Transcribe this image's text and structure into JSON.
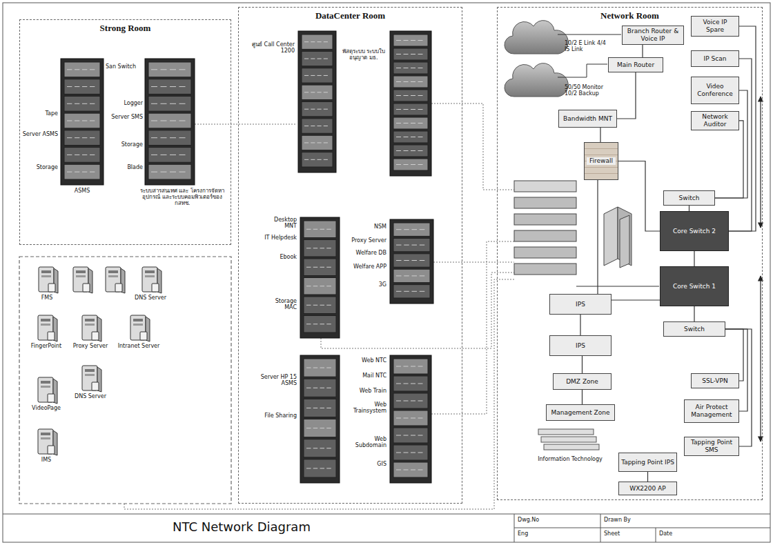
{
  "diagram": {
    "title": "NTC Network Diagram",
    "nodes": [
      {
        "text": [
          "Strong Room"
        ]
      },
      {
        "text": [
          "DataCenter Room"
        ]
      },
      {
        "text": [
          "Network Room"
        ]
      },
      {
        "text": [
          "FMS"
        ]
      },
      {
        "text": [
          "DNS Server"
        ]
      },
      {
        "text": [
          "FingerPoint"
        ]
      },
      {
        "text": [
          "Proxy Server"
        ]
      },
      {
        "text": [
          "Intranet Server"
        ]
      },
      {
        "text": [
          "DNS Server"
        ]
      },
      {
        "text": [
          "VideoPage"
        ]
      },
      {
        "text": [
          "IMS"
        ]
      },
      {
        "text": [
          "Branch Router & Voice IP"
        ],
        "in": 2
      },
      {
        "text": [
          "Main Router"
        ],
        "in": 2
      },
      {
        "text": [
          "Bandwidth MNT"
        ],
        "in": 2
      },
      {
        "text": [
          "Firewall"
        ],
        "in": 2
      },
      {
        "text": [
          "Voice IP Spare"
        ],
        "in": 2
      },
      {
        "text": [
          "IP Scan"
        ],
        "in": 2
      },
      {
        "text": [
          "Video Conference"
        ],
        "in": 2
      },
      {
        "text": [
          "Network Auditor"
        ],
        "in": 2
      },
      {
        "text": [
          "Switch"
        ],
        "in": 2
      },
      {
        "text": [
          "Core Switch 2"
        ],
        "in": 2
      },
      {
        "text": [
          "Core Switch 1"
        ],
        "in": 2
      },
      {
        "text": [
          "Switch"
        ],
        "in": 2
      },
      {
        "text": [
          "IPS"
        ],
        "in": 2
      },
      {
        "text": [
          "IPS"
        ],
        "in": 2
      },
      {
        "text": [
          "DMZ Zone"
        ],
        "in": 2
      },
      {
        "text": [
          "Management Zone"
        ],
        "in": 2
      },
      {
        "text": [
          "SSL-VPN"
        ],
        "in": 2
      },
      {
        "text": [
          "Air Protect Management"
        ],
        "in": 2
      },
      {
        "text": [
          "Tapping Point IPS"
        ],
        "in": 2
      },
      {
        "text": [
          "Tapping Point SMS"
        ],
        "in": 2
      },
      {
        "text": [
          "Information Technology"
        ],
        "in": 2
      },
      {
        "text": [
          "WX2200 AP"
        ],
        "in": 2
      }
    ],
    "edges": [
      {
        "from": 12,
        "to": 13,
        "arrow": "none"
      },
      {
        "from": 11,
        "to": 12,
        "arrow": "none"
      },
      {
        "from": 13,
        "to": 14,
        "arrow": "none"
      },
      {
        "from": 14,
        "to": 20,
        "arrow": "none"
      },
      {
        "from": 20,
        "to": 21,
        "arrow": "none"
      },
      {
        "from": 20,
        "to": 19,
        "arrow": "none"
      },
      {
        "from": 19,
        "to": 17,
        "arrow": "none"
      },
      {
        "from": 19,
        "to": 18,
        "arrow": "none"
      },
      {
        "from": 20,
        "to": 15,
        "arrow": "none"
      },
      {
        "from": 20,
        "to": 16,
        "arrow": "none"
      },
      {
        "from": 21,
        "to": 22,
        "arrow": "none"
      },
      {
        "from": 21,
        "to": 23,
        "arrow": "none"
      },
      {
        "from": 23,
        "to": 24,
        "arrow": "none"
      },
      {
        "from": 24,
        "to": 25,
        "arrow": "none"
      },
      {
        "from": 25,
        "to": 26,
        "arrow": "none"
      },
      {
        "from": 22,
        "to": 27,
        "arrow": "none"
      },
      {
        "from": 22,
        "to": 28,
        "arrow": "none"
      },
      {
        "from": 22,
        "to": 30,
        "arrow": "none"
      },
      {
        "from": 29,
        "to": 32,
        "arrow": "none"
      },
      {
        "from": 14,
        "to": 23,
        "arrow": "none"
      }
    ],
    "labels": [
      "San Switch",
      "Tape",
      "Server ASMS",
      "Storage",
      "ASMS",
      "Logger",
      "Server SMS",
      "Storage",
      "Blade",
      "ระบบสารสนเทศ และ โครงการจัดหาอุปกรณ์ และระบบคอมพิวเตอร์ของ กสทช.",
      "ศูนย์ Call Center 1200",
      "พัสดุระบบ ระบบใบ อนุญาต มธ.",
      "Desktop MNT",
      "IT Helpdesk",
      "Ebook",
      "Storage MAC",
      "NSM",
      "Proxy Server",
      "Welfare DB",
      "Welfare APP",
      "3G",
      "Server HP 15 ASMS",
      "File Sharing",
      "Web NTC",
      "Mail NTC",
      "Web Train",
      "Web Trainsystem",
      "Web Subdomain",
      "GIS",
      "10/2 E Link 4/4 IS Link",
      "50/50 Monitor 10/2 Backup",
      "Dwg.No",
      "Drawn By",
      "Eng",
      "Sheet",
      "Date"
    ]
  }
}
